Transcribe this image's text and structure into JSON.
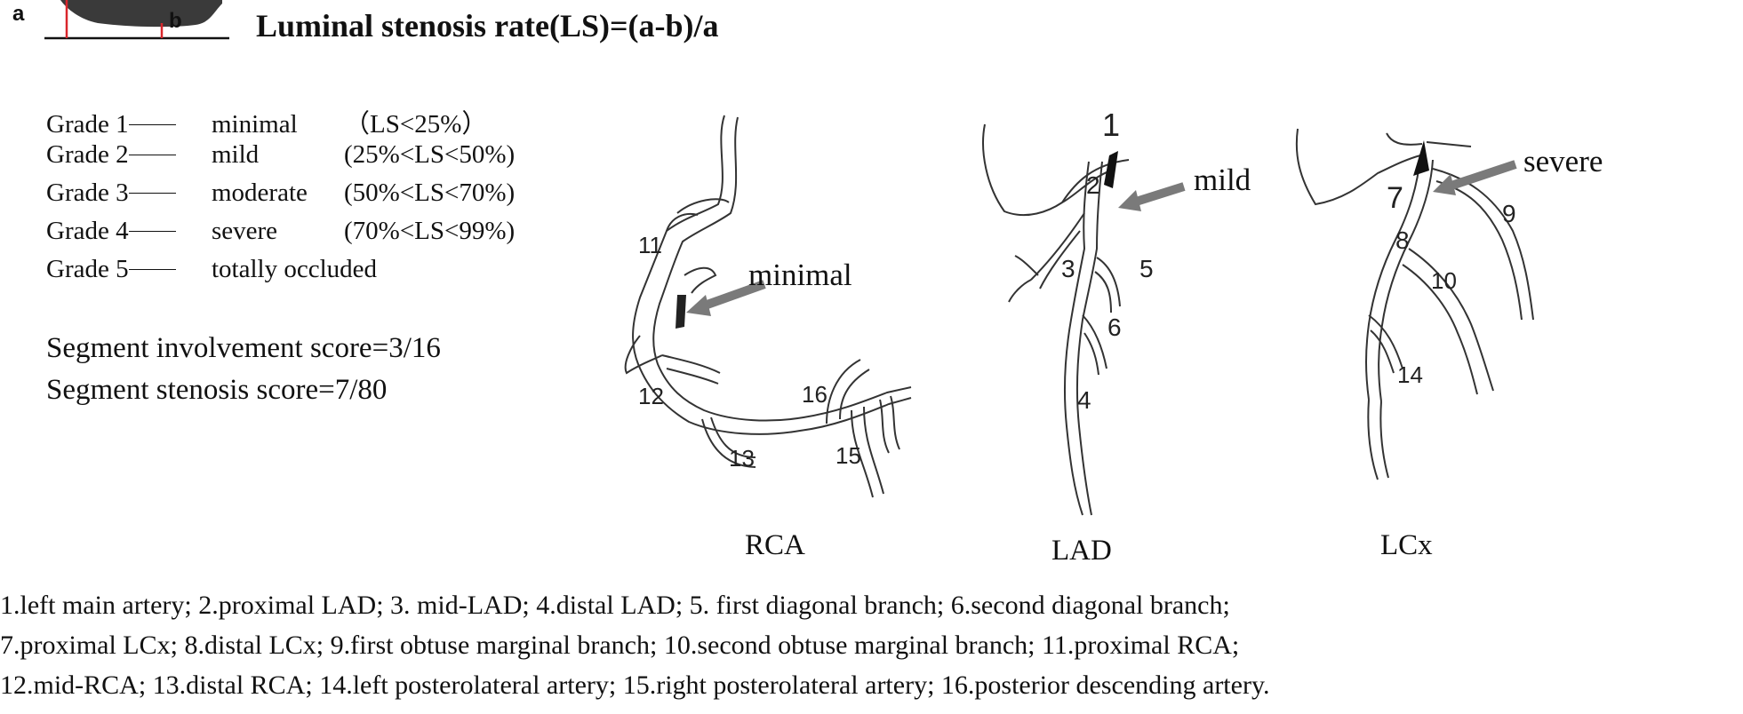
{
  "header": {
    "title": "Luminal stenosis rate(LS)=(a-b)/a",
    "label_a": "a",
    "label_b": "b"
  },
  "grades": [
    {
      "label": "Grade 1",
      "name": "minimal",
      "range": "（LS<25%）"
    },
    {
      "label": "Grade 2",
      "name": "mild",
      "range": "(25%<LS<50%)"
    },
    {
      "label": "Grade 3",
      "name": "moderate",
      "range": "(50%<LS<70%)"
    },
    {
      "label": "Grade 4",
      "name": "severe",
      "range": "(70%<LS<99%)"
    },
    {
      "label": "Grade 5",
      "name": "totally occluded",
      "range": ""
    }
  ],
  "scores": {
    "involvement": "Segment involvement score=3/16",
    "stenosis": "Segment stenosis score=7/80"
  },
  "arteries": {
    "rca": {
      "label": "RCA",
      "annotation": "minimal",
      "segments": [
        "11",
        "12",
        "13",
        "15",
        "16"
      ]
    },
    "lad": {
      "label": "LAD",
      "annotation": "mild",
      "segments": [
        "1",
        "2",
        "3",
        "5",
        "6",
        "4"
      ]
    },
    "lcx": {
      "label": "LCx",
      "annotation": "severe",
      "segments": [
        "7",
        "9",
        "8",
        "10",
        "14"
      ]
    }
  },
  "legend": [
    "1.left main artery;  2.proximal LAD;  3. mid-LAD;  4.distal LAD;  5. first diagonal branch;  6.second diagonal branch;",
    "7.proximal LCx;  8.distal LCx; 9.first obtuse marginal branch; 10.second obtuse marginal branch; 11.proximal RCA;",
    "12.mid-RCA;  13.distal RCA;  14.left posterolateral artery;  15.right posterolateral artery;  16.posterior descending artery."
  ],
  "colors": {
    "marker_red": "#d9262c",
    "arrow_gray": "#7a7a7a",
    "plaque": "#3a3a3a"
  }
}
